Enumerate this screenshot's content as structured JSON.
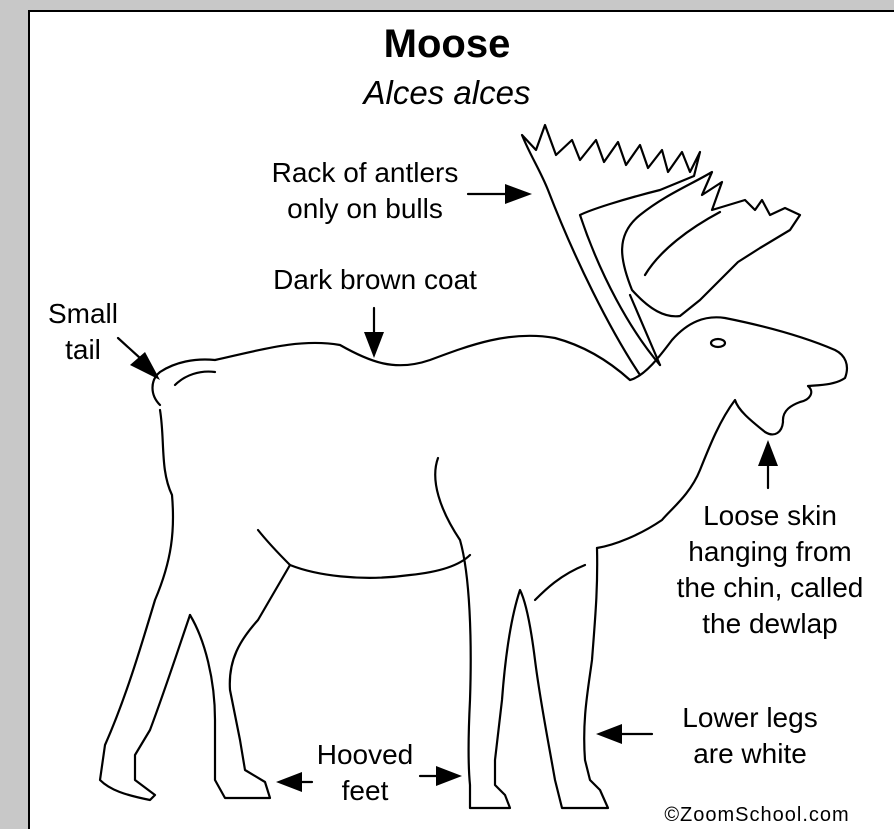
{
  "title": "Moose",
  "subtitle": "Alces alces",
  "labels": {
    "antlers": [
      "Rack of antlers",
      "only on bulls"
    ],
    "coat": [
      "Dark brown coat"
    ],
    "tail": [
      "Small",
      "tail"
    ],
    "dewlap": [
      "Loose skin",
      "hanging from",
      "the chin, called",
      "the dewlap"
    ],
    "legs": [
      "Lower legs",
      "are white"
    ],
    "hooves": [
      "Hooved",
      "feet"
    ]
  },
  "copyright": "©ZoomSchool.com"
}
